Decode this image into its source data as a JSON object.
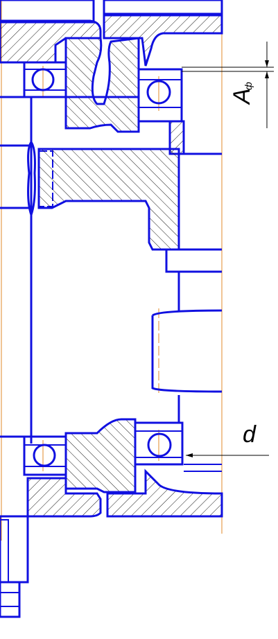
{
  "labels": {
    "dimension_a": "A",
    "dimension_a_subscript": "ф",
    "dimension_d": "d"
  },
  "colors": {
    "outline": "#1010e0",
    "hatch": "#000000",
    "center_line": "#e08a2a",
    "dimension": "#000000"
  }
}
